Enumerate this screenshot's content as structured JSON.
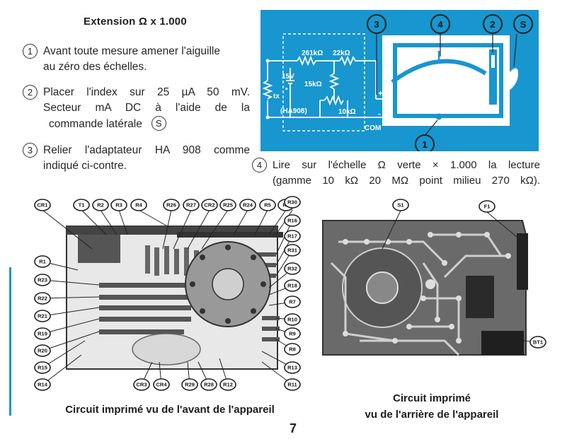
{
  "page": {
    "title": "Extension Ω x 1.000",
    "page_number": "7"
  },
  "steps": [
    {
      "num": "1",
      "lines": [
        "Avant toute mesure amener l'aiguille",
        "au zéro des échelles."
      ]
    },
    {
      "num": "2",
      "lines": [
        "Placer l'index sur 25 µA 50 mV.",
        "Secteur mA DC à l'aide de la",
        "commande latérale"
      ],
      "circled": "S"
    },
    {
      "num": "3",
      "lines": [
        "Relier l'adaptateur HA 908 comme",
        "indiqué ci-contre."
      ]
    },
    {
      "num": "4",
      "lines": [
        "Lire sur l'échelle Ω verte × 1.000 la lecture",
        "(gamme 10 kΩ 20 MΩ point milieu 270 kΩ)."
      ]
    }
  ],
  "diagram": {
    "resistors": [
      "261kΩ",
      "22kΩ",
      "15kΩ",
      "10kΩ"
    ],
    "voltage": "15V",
    "adapter": "(HA908)",
    "tx": "tx",
    "com": "COM",
    "plus": "+",
    "minus": "-",
    "dot": "•",
    "callouts": [
      "3",
      "4",
      "2",
      "S",
      "1"
    ]
  },
  "front_labels": [
    "CR1",
    "T1",
    "R2",
    "R3",
    "R4",
    "R26",
    "R27",
    "CR2",
    "R25",
    "R24",
    "R5",
    "R6",
    "R30",
    "R16",
    "R17",
    "R31",
    "R32",
    "R18",
    "R7",
    "R10",
    "R9",
    "R8",
    "R13",
    "R11",
    "R1",
    "R23",
    "R22",
    "R21",
    "R19",
    "R20",
    "R15",
    "R14",
    "CR3",
    "CR4",
    "R29",
    "R28",
    "R12"
  ],
  "back_labels": [
    "S1",
    "F1",
    "BT1"
  ],
  "captions": {
    "front": "Circuit imprimé vu de l'avant de l'appareil",
    "back_line1": "Circuit imprimé",
    "back_line2": "vu de l'arrière de l'appareil"
  },
  "colors": {
    "diagram_blue": "#1896cf",
    "rule_blue": "#1896cf",
    "ink": "#222222"
  }
}
